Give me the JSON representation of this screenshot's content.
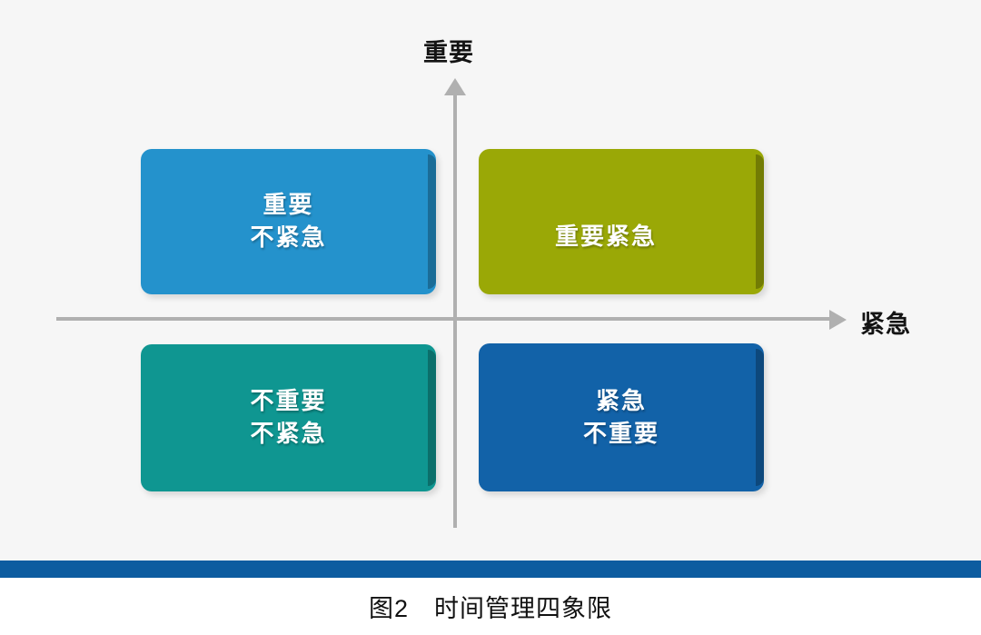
{
  "figure": {
    "caption": "图2　时间管理四象限",
    "background_color": "#f6f6f6",
    "rule_color": "#0d5ca0"
  },
  "axes": {
    "y_label": "重要",
    "x_label": "紧急",
    "line_color": "#b0b0b0",
    "y_arrow_icon": "arrow-up-icon",
    "x_arrow_icon": "arrow-right-icon"
  },
  "chart_data": {
    "type": "diagram",
    "title": "时间管理四象限",
    "xlabel": "紧急",
    "ylabel": "重要",
    "quadrants": [
      {
        "id": "important-not-urgent",
        "position": "top-left",
        "lines": [
          "重要",
          "不紧急"
        ],
        "color": "#2492cc",
        "urgent": false,
        "important": true
      },
      {
        "id": "important-urgent",
        "position": "top-right",
        "lines": [
          "重要紧急"
        ],
        "color": "#9aa806",
        "urgent": true,
        "important": true
      },
      {
        "id": "not-important-not-urgent",
        "position": "bottom-left",
        "lines": [
          "不重要",
          "不紧急"
        ],
        "color": "#0f9691",
        "urgent": false,
        "important": false
      },
      {
        "id": "urgent-not-important",
        "position": "bottom-right",
        "lines": [
          "紧急",
          "不重要"
        ],
        "color": "#1262a8",
        "urgent": true,
        "important": false
      }
    ]
  }
}
